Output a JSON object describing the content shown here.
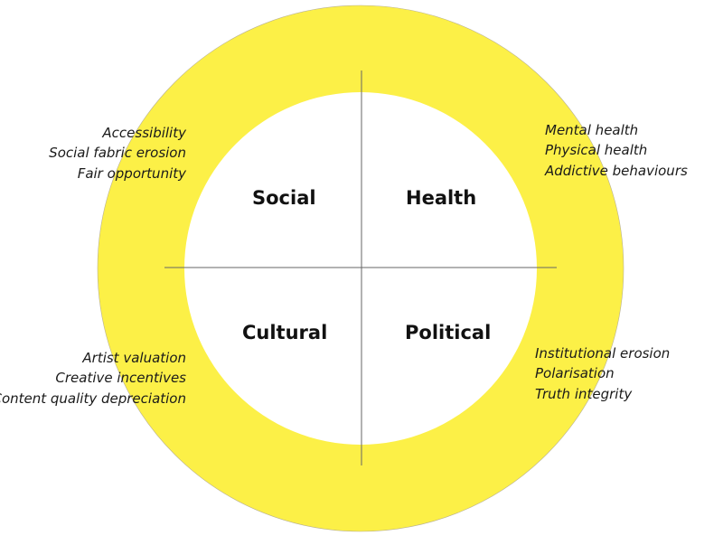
{
  "colors": {
    "ring": "#fcf047",
    "ring_stroke": "#b8b090",
    "inner": "#ffffff",
    "axis": "#666666"
  },
  "quadrants": {
    "top_left": "Social",
    "top_right": "Health",
    "bottom_left": "Cultural",
    "bottom_right": "Political"
  },
  "factors": {
    "social": [
      "Accessibility",
      "Social fabric erosion",
      "Fair opportunity"
    ],
    "health": [
      "Mental health",
      "Physical health",
      "Addictive behaviours"
    ],
    "cultural": [
      "Artist valuation",
      "Creative incentives",
      "Content quality depreciation"
    ],
    "political": [
      "Institutional erosion",
      "Polarisation",
      "Truth integrity"
    ]
  }
}
